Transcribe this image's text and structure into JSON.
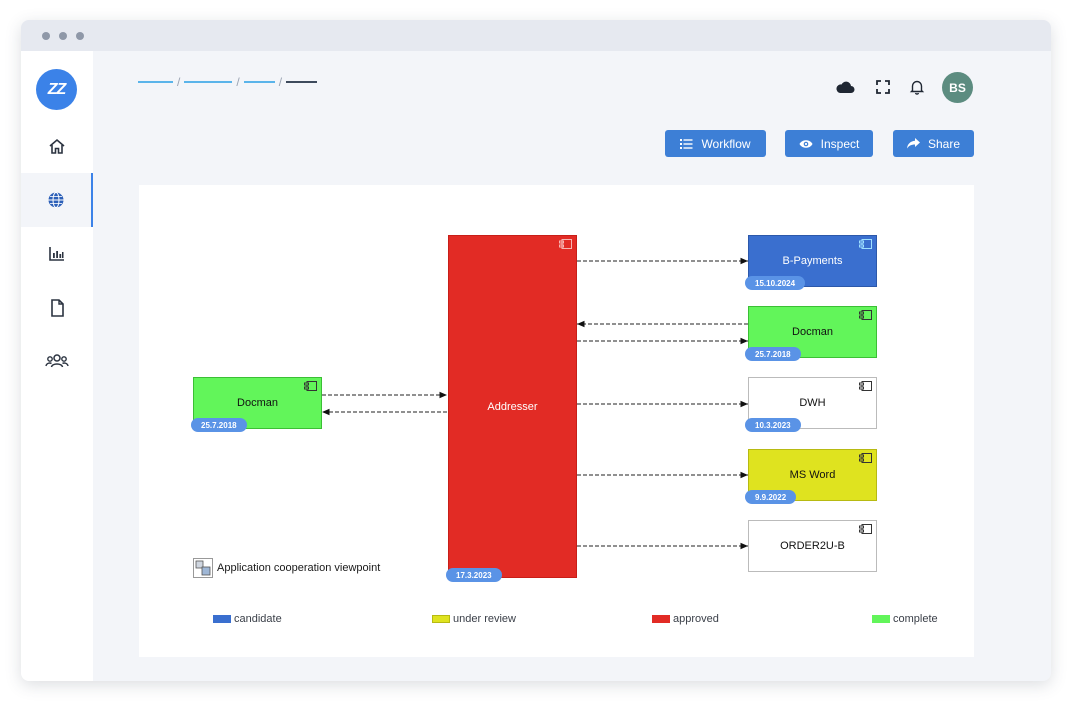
{
  "app": {
    "logo_text": "ZZ",
    "user_initials": "BS"
  },
  "breadcrumb": {
    "items": [
      "",
      "",
      "",
      ""
    ]
  },
  "toolbar": {
    "workflow_label": "Workflow",
    "inspect_label": "Inspect",
    "share_label": "Share"
  },
  "sidebar": {
    "items": [
      {
        "name": "home",
        "icon": "home-icon"
      },
      {
        "name": "globe",
        "icon": "globe-icon",
        "active": true
      },
      {
        "name": "analytics",
        "icon": "bar-chart-icon"
      },
      {
        "name": "documents",
        "icon": "document-icon"
      },
      {
        "name": "people",
        "icon": "users-icon"
      }
    ]
  },
  "diagram": {
    "viewpoint_label": "Application cooperation viewpoint",
    "nodes": {
      "addresser": {
        "label": "Addresser",
        "date": "17.3.2023",
        "status": "approved"
      },
      "docman_left": {
        "label": "Docman",
        "date": "25.7.2018",
        "status": "complete"
      },
      "b_payments": {
        "label": "B-Payments",
        "date": "15.10.2024",
        "status": "candidate"
      },
      "docman_right": {
        "label": "Docman",
        "date": "25.7.2018",
        "status": "complete"
      },
      "dwh": {
        "label": "DWH",
        "date": "10.3.2023",
        "status": "none"
      },
      "ms_word": {
        "label": "MS Word",
        "date": "9.9.2022",
        "status": "under review"
      },
      "order2u": {
        "label": "ORDER2U-B",
        "date": "",
        "status": "none"
      }
    },
    "legend": [
      {
        "label": "candidate",
        "color": "#3a6fcf"
      },
      {
        "label": "under review",
        "color": "#dfe31f"
      },
      {
        "label": "approved",
        "color": "#e22b25"
      },
      {
        "label": "complete",
        "color": "#62f55a"
      }
    ]
  },
  "colors": {
    "accent": "#3b82e8",
    "button": "#3d7fd6",
    "candidate": "#3a6fcf",
    "under_review": "#dfe31f",
    "approved": "#e22b25",
    "complete": "#62f55a"
  }
}
